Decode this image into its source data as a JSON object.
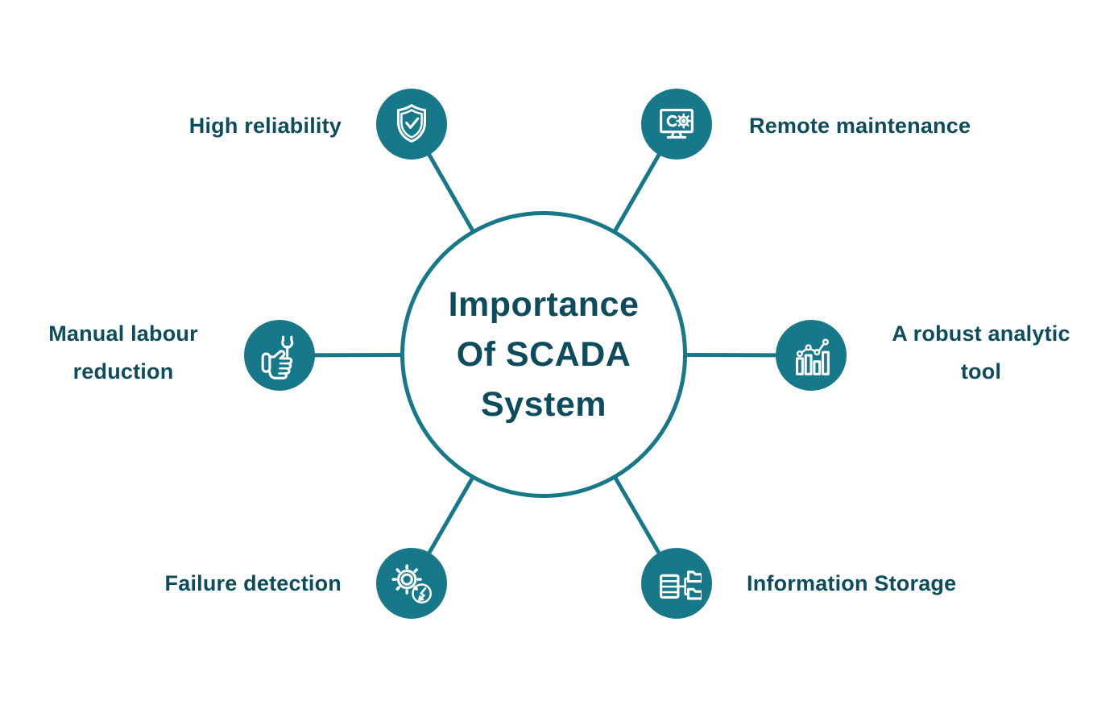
{
  "diagram": {
    "title_lines": [
      "Importance",
      "Of SCADA",
      "System"
    ],
    "type": "radial-spoke-infographic",
    "colors": {
      "teal": "#17788A",
      "text_dark": "#0D4C5C",
      "background": "#FFFFFF"
    }
  },
  "nodes": [
    {
      "label": "High reliability",
      "icon": "shield-check-icon",
      "position": "top-left"
    },
    {
      "label": "Remote maintenance",
      "icon": "monitor-tools-icon",
      "position": "top-right"
    },
    {
      "label": "Manual labour reduction",
      "icon": "hand-wrench-icon",
      "position": "middle-left"
    },
    {
      "label": "A robust analytic tool",
      "icon": "bar-chart-trend-icon",
      "position": "middle-right"
    },
    {
      "label": "Failure detection",
      "icon": "gear-fault-icon",
      "position": "bottom-left"
    },
    {
      "label": "Information Storage",
      "icon": "database-folders-icon",
      "position": "bottom-right"
    }
  ]
}
